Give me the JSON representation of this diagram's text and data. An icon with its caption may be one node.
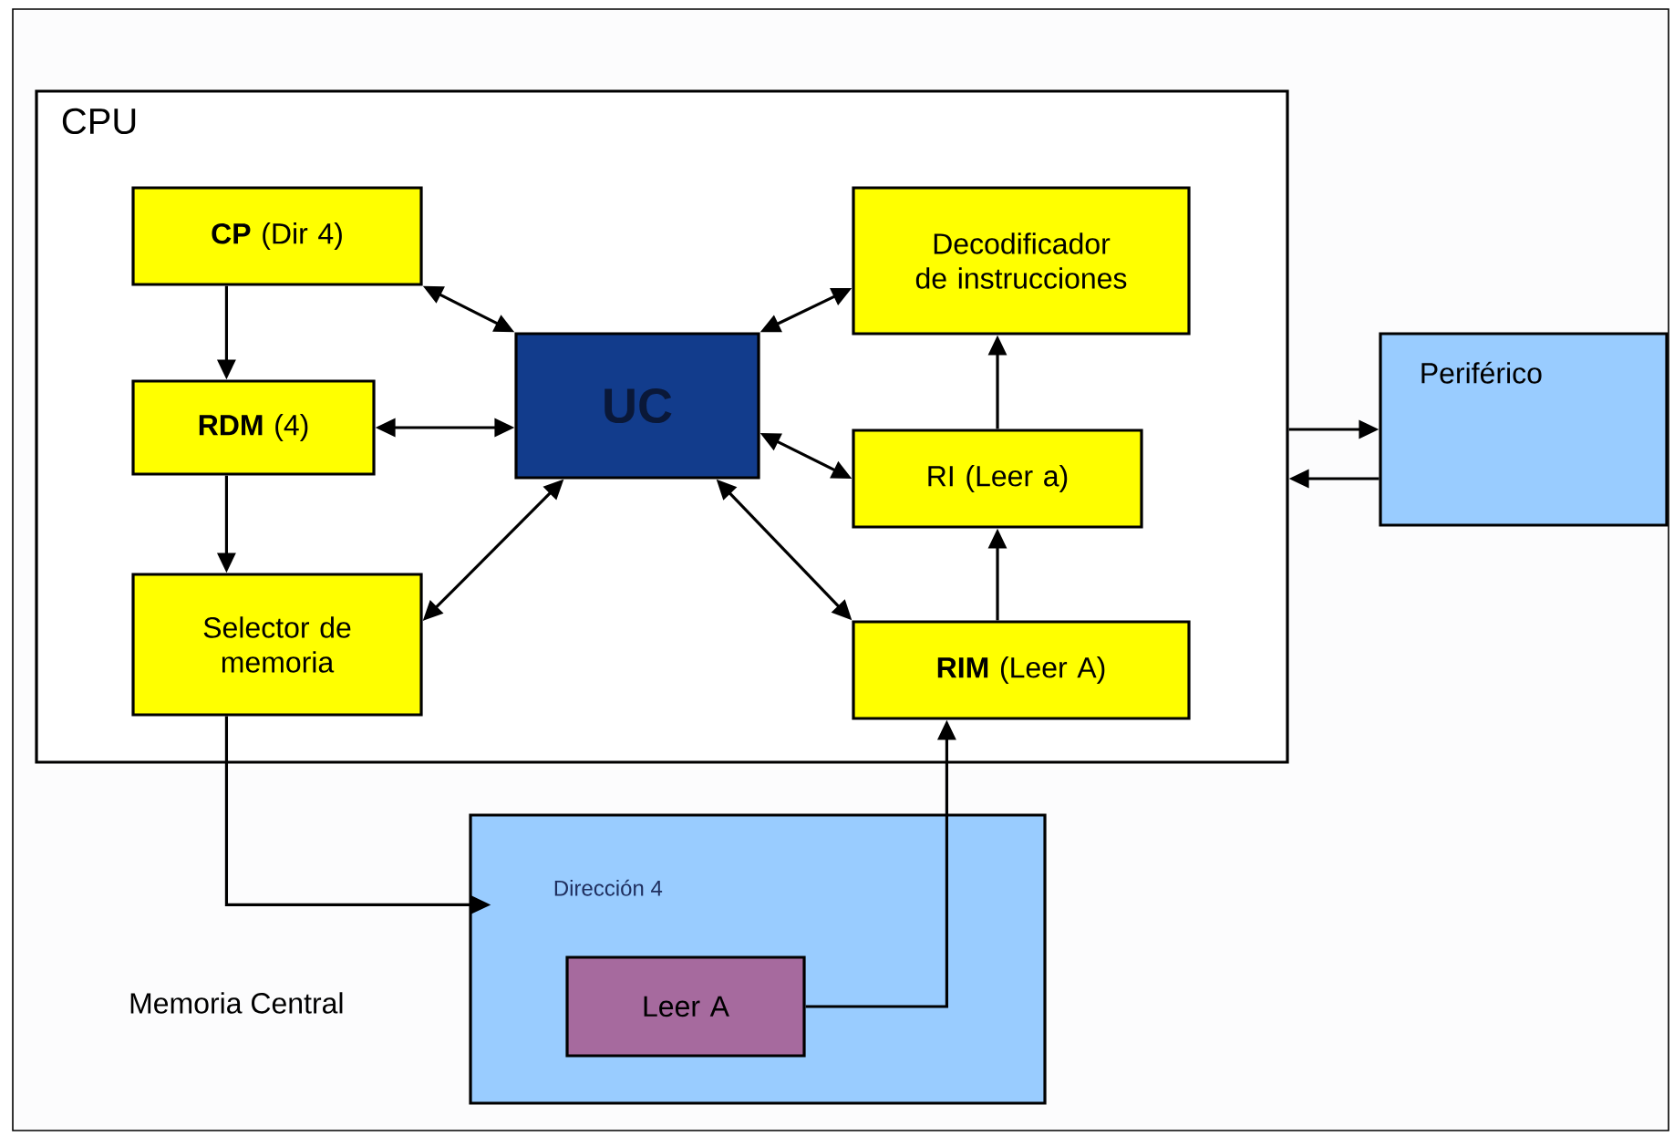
{
  "diagram": {
    "nodes": [
      {
        "text": [
          "CPU"
        ]
      },
      {
        "text": [
          "**CP** (Dir 4)"
        ],
        "in": 0
      },
      {
        "text": [
          "**RDM** (4)"
        ],
        "in": 0
      },
      {
        "text": [
          "Selector de memoria"
        ],
        "in": 0
      },
      {
        "text": [
          "UC"
        ],
        "in": 0
      },
      {
        "text": [
          "Decodificador de instrucciones"
        ],
        "in": 0
      },
      {
        "text": [
          "RI (Leer a)"
        ],
        "in": 0
      },
      {
        "text": [
          "**RIM** (Leer A)"
        ],
        "in": 0
      },
      {
        "text": [
          "Periférico"
        ]
      },
      {
        "text": [
          "Dirección 4"
        ]
      },
      {
        "text": [
          "Leer A"
        ],
        "in": 9
      }
    ],
    "edges": [
      {
        "from": 1,
        "to": 2,
        "arrow": "to"
      },
      {
        "from": 2,
        "to": 3,
        "arrow": "to"
      },
      {
        "from": 1,
        "to": 4,
        "arrow": "both"
      },
      {
        "from": 2,
        "to": 4,
        "arrow": "both"
      },
      {
        "from": 3,
        "to": 4,
        "arrow": "both"
      },
      {
        "from": 4,
        "to": 5,
        "arrow": "both"
      },
      {
        "from": 4,
        "to": 6,
        "arrow": "both"
      },
      {
        "from": 4,
        "to": 7,
        "arrow": "both"
      },
      {
        "from": 6,
        "to": 5,
        "arrow": "to"
      },
      {
        "from": 7,
        "to": 6,
        "arrow": "to"
      },
      {
        "from": 3,
        "to": 9,
        "arrow": "to"
      },
      {
        "from": 10,
        "to": 7,
        "arrow": "to"
      },
      {
        "from": 0,
        "to": 8,
        "arrow": "to"
      },
      {
        "from": 8,
        "to": 0,
        "arrow": "to"
      }
    ],
    "labels": [
      "Memoria Central"
    ]
  }
}
